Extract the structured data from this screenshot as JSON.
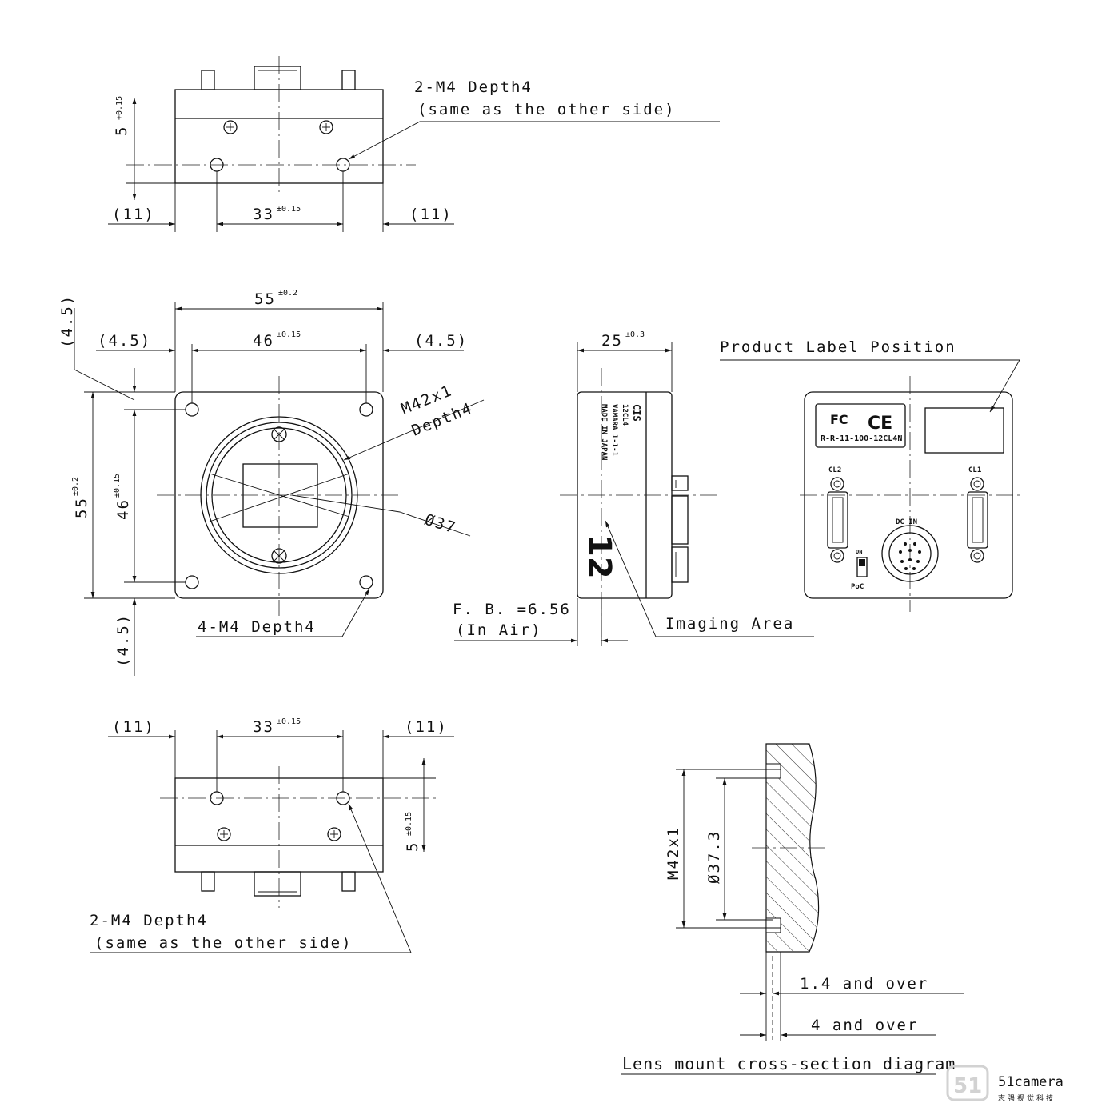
{
  "top_view": {
    "thread_callout_1": "2-M4 Depth4",
    "thread_callout_2": "(same as the other side)",
    "dim_height": "5",
    "dim_height_tol": "+0.15",
    "dim_left": "(11)",
    "dim_pitch": "33",
    "dim_pitch_tol": "±0.15",
    "dim_right": "(11)"
  },
  "front_view": {
    "dim_width": "55",
    "dim_width_tol": "±0.2",
    "dim_hole_pitch": "46",
    "dim_hole_pitch_tol": "±0.15",
    "dim_offset_left": "(4.5)",
    "dim_offset_right": "(4.5)",
    "dim_offset_top": "(4.5)",
    "dim_offset_bottom": "(4.5)",
    "dim_height": "55",
    "dim_height_tol": "±0.2",
    "dim_hole_pitch_v": "46",
    "dim_hole_pitch_v_tol": "±0.15",
    "mount_callout_1": "M42x1",
    "mount_callout_2": "Depth4",
    "diameter": "Ø37",
    "hole_callout": "4-M4 Depth4"
  },
  "side_view": {
    "dim_depth": "25",
    "dim_depth_tol": "±0.3",
    "fb_line1": "F. B. =6.56",
    "fb_line2": "(In Air)",
    "imaging_area": "Imaging Area",
    "label_line1": "CIS",
    "label_line2": "12CL4",
    "label_line3": "VAMARA 1-1-1",
    "label_line4": "MADE IN JAPAN",
    "big_number": "12"
  },
  "rear_view": {
    "product_label": "Product Label Position",
    "model_text": "R-R-11-100-12CL4N",
    "ce_mark": "CE",
    "cl2": "CL2",
    "cl1": "CL1",
    "dc_in": "DC IN",
    "poc": "PoC",
    "switch_label": "ON"
  },
  "bottom_view": {
    "dim_left": "(11)",
    "dim_pitch": "33",
    "dim_pitch_tol": "±0.15",
    "dim_right": "(11)",
    "dim_height": "5",
    "dim_height_tol": "±0.15",
    "thread_callout_1": "2-M4 Depth4",
    "thread_callout_2": "(same as the other side)"
  },
  "lens_mount": {
    "thread": "M42x1",
    "diameter": "Ø37.3",
    "depth1": "1.4 and over",
    "depth2": "4 and over",
    "caption": "Lens mount cross-section diagram"
  },
  "watermark": {
    "brand": "51camera",
    "sub": "志强视觉科技"
  }
}
